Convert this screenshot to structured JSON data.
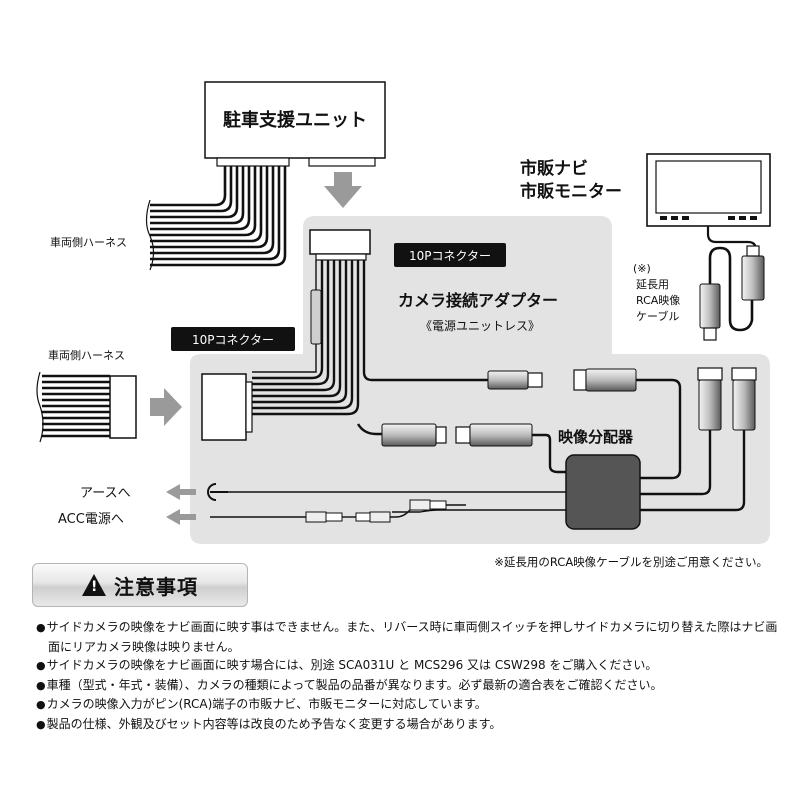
{
  "labels": {
    "parking_unit": "駐車支援ユニット",
    "harness_top": "車両側ハーネス",
    "harness_left": "車両側ハーネス",
    "connector_top": "10Pコネクター",
    "connector_left": "10Pコネクター",
    "adapter_title": "カメラ接続アダプター",
    "adapter_sub": "《電源ユニットレス》",
    "market_line1": "市販ナビ",
    "market_line2": "市販モニター",
    "note_mark": "(※)",
    "ext_line1": "延長用",
    "ext_line2": "RCA映像",
    "ext_line3": "ケーブル",
    "splitter": "映像分配器",
    "earth": "アースへ",
    "acc": "ACC電源へ",
    "footnote": "※延長用のRCA映像ケーブルを別途ご用意ください。"
  },
  "caution": {
    "icon": "warning-triangle-icon",
    "icon_glyph": "!",
    "title": "注意事項"
  },
  "notes": [
    "サイドカメラの映像をナビ画面に映す事はできません。また、リバース時に車両側スイッチを押しサイドカメラに切り替えた際はナビ画面にリアカメラ映像は映りません。",
    "サイドカメラの映像をナビ画面に映す場合には、別途 SCA031U と MCS296 又は CSW298 をご購入ください。",
    "車種（型式・年式・装備）、カメラの種類によって製品の品番が異なります。必ず最新の適合表をご確認ください。",
    "カメラの映像入力がピン(RCA)端子の市販ナビ、市販モニターに対応しています。",
    "製品の仕様、外観及びセット内容等は改良のため予告なく変更する場合があります。"
  ],
  "colors": {
    "panel": "#e3e3e3",
    "wire": "#111111",
    "arrow": "#9a9a9a"
  }
}
